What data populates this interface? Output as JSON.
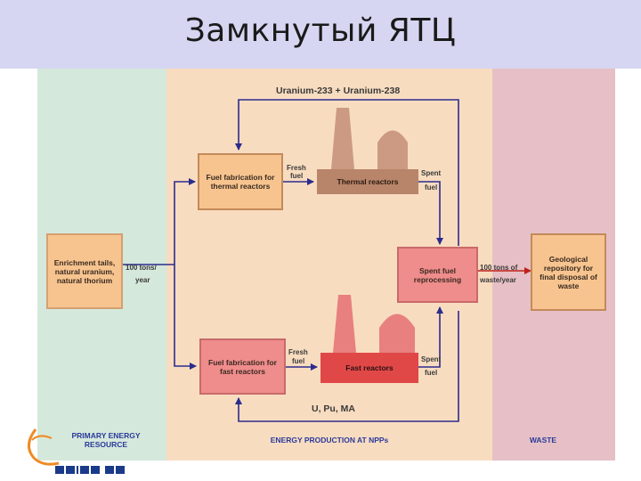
{
  "title": "Замкнутый ЯТЦ",
  "diagram": {
    "top_flow_label": "Uranium-233 + Uranium-238",
    "bottom_flow_label": "U, Pu, MA",
    "boxes": {
      "enrichment": "Enrichment tails, natural uranium, natural thorium",
      "fuel_thermal": "Fuel fabrication for thermal reactors",
      "fuel_fast": "Fuel fabrication for fast reactors",
      "thermal_reactors": "Thermal reactors",
      "fast_reactors": "Fast reactors",
      "reprocessing": "Spent fuel reprocessing",
      "repository": "Geological repository for final disposal of waste"
    },
    "labels": {
      "input_amount": "100 tons/",
      "input_unit": "year",
      "output_amount": "100 tons of",
      "output_unit": "waste/year",
      "fresh_fuel_top_1": "Fresh",
      "fresh_fuel_top_2": "fuel",
      "spent_fuel_top_1": "Spent",
      "spent_fuel_top_2": "fuel",
      "fresh_fuel_bottom_1": "Fresh",
      "fresh_fuel_bottom_2": "fuel",
      "spent_fuel_bottom_1": "Spent",
      "spent_fuel_bottom_2": "fuel"
    },
    "sections": {
      "primary_1": "PRIMARY ENERGY",
      "primary_2": "RESOURCE",
      "production": "ENERGY PRODUCTION AT NPPs",
      "waste": "WASTE"
    }
  },
  "colors": {
    "primary_panel": "#d5e8dc",
    "production_panel": "#f8dcc0",
    "waste_panel": "#e6c0c6",
    "title_bar": "#d6d6f2",
    "arrow": "#2c2c8c",
    "box_orange": "#f7c48f",
    "box_red": "#ef8c8c",
    "section_text": "#2a3a9a"
  }
}
